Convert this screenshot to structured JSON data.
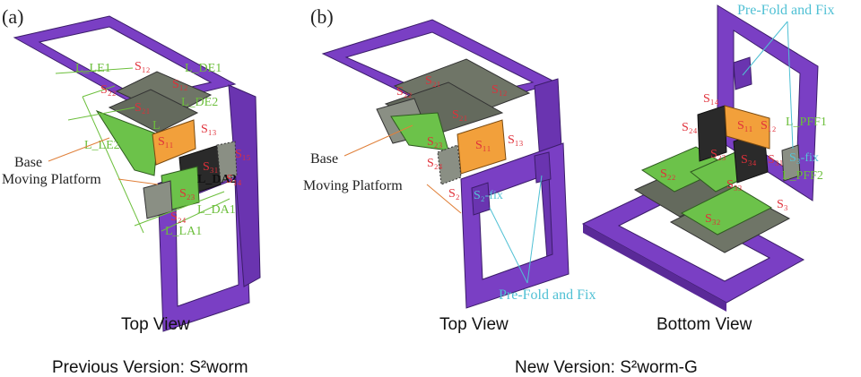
{
  "panels": {
    "a": "(a)",
    "b": "(b)"
  },
  "captions": {
    "top_view_a": "Top View",
    "top_view_b": "Top View",
    "bottom_view": "Bottom View",
    "previous_version": "Previous Version: S²worm",
    "new_version": "New Version: S²worm-G"
  },
  "annotations": {
    "base_a": "Base",
    "moving_platform_a": "Moving Platform",
    "base_b": "Base",
    "moving_platform_b": "Moving Platform",
    "pre_fold_fix_top": "Pre-Fold and Fix",
    "pre_fold_fix_bottom": "Pre-Fold and Fix"
  },
  "labels_a": {
    "LE1": "L_LE1",
    "S22": "S₂₂",
    "S21": "S₂₁",
    "S12": "S₁₂",
    "LDE1": "L_DE1",
    "LDE2": "L_DE2",
    "LE2": "L_LE2",
    "S11": "S₁₁",
    "S13": "S₁₃",
    "S15": "S₁₅",
    "S31": "S₃₁",
    "LDA2": "L_DA2",
    "S14": "S₁₄",
    "S23": "S₂₃",
    "S24": "S₂₄",
    "LDA1": "L_DA1",
    "LLA1": "L_LA1"
  },
  "labels_b": {
    "S22": "S₂₂",
    "S21": "S₂₁",
    "S12": "S₁₂",
    "S23": "S₂₃",
    "S11": "S₁₁",
    "S13": "S₁₃",
    "S24": "S₂₄",
    "S2fix": "S₂-fix"
  },
  "labels_c": {
    "S14": "S₁₄",
    "S11": "S₁₁",
    "S12": "S₁₂",
    "S24": "S₂₄",
    "S23": "S₂₃",
    "S22": "S₂₂",
    "S33": "S₃₃",
    "S32": "S₃₂",
    "S3fix": "S₃-fix",
    "LPFF1": "L_PFF1",
    "LPFF2": "L_PFF2"
  },
  "colors": {
    "frame": "#7a3fc4",
    "frame_dark": "#5a2a98",
    "panel_gray": "#6f7567",
    "panel_gray_dark": "#555a4e",
    "green": "#6cc24a",
    "green_dark": "#4f9a34",
    "orange": "#f2a03b",
    "black_panel": "#2a2a2a",
    "red_text": "#e0303a",
    "cyan_text": "#4fc0d4"
  }
}
